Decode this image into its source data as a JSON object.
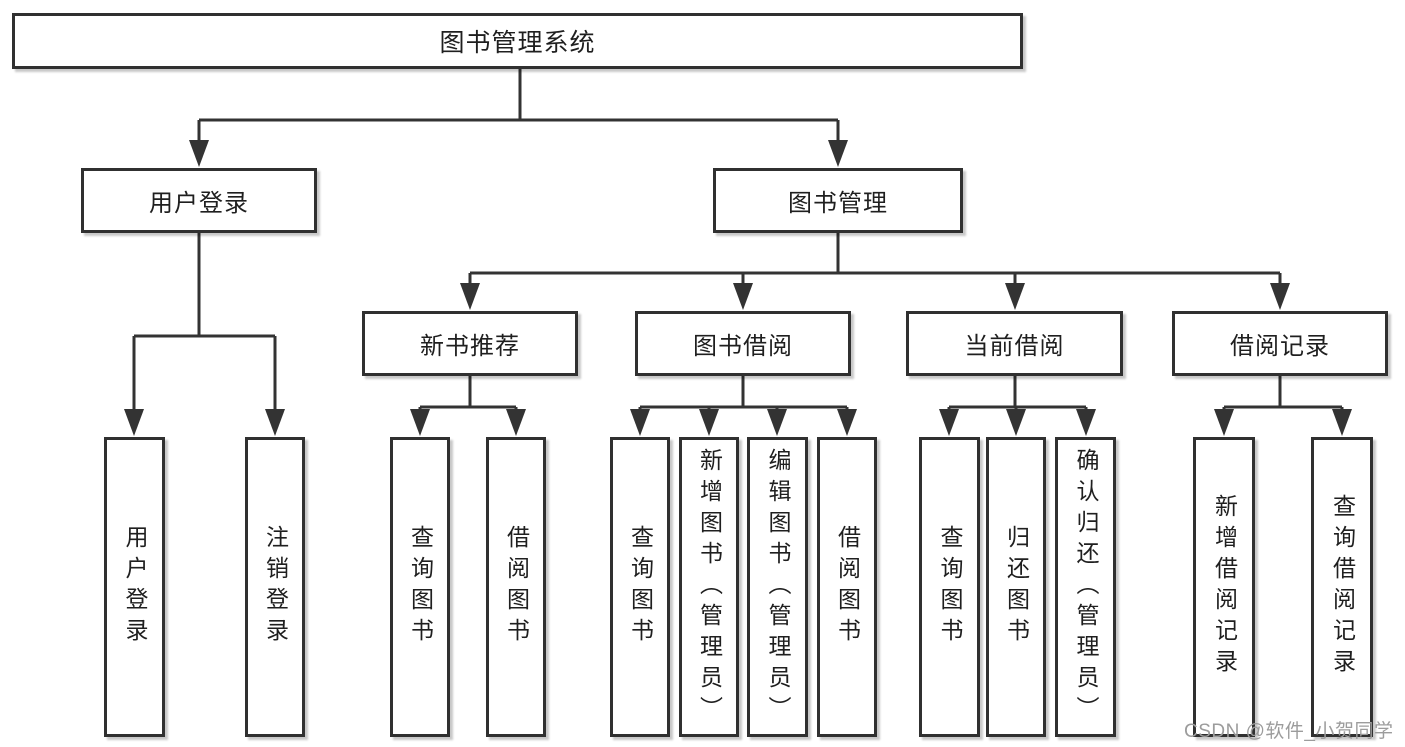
{
  "colors": {
    "line": "#333333",
    "box_border": "#303030",
    "text": "#1f1f1f",
    "background": "#ffffff",
    "watermark": "#9c9c9c"
  },
  "nodes": {
    "root": "图书管理系统",
    "l2": [
      "用户登录",
      "图书管理"
    ],
    "l3": [
      "新书推荐",
      "图书借阅",
      "当前借阅",
      "借阅记录"
    ],
    "l4": [
      "用户登录",
      "注销登录",
      "查询图书",
      "借阅图书",
      "查询图书",
      "新增图书（管理员）",
      "编辑图书（管理员）",
      "借阅图书",
      "查询图书",
      "归还图书",
      "确认归还（管理员）",
      "新增借阅记录",
      "查询借阅记录"
    ]
  },
  "watermark": "CSDN @软件_小贺同学"
}
